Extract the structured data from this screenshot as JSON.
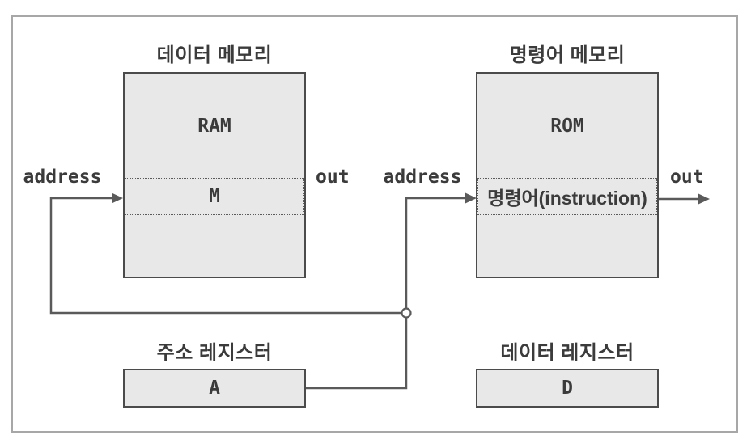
{
  "colors": {
    "background": "#ffffff",
    "frame_border": "#a7a7a7",
    "box_fill": "#e8e8e8",
    "box_border": "#4b4b4b",
    "wire": "#5a5a5a",
    "text": "#3b3b3b",
    "dotted": "#5a5a5a"
  },
  "data_memory": {
    "title": "데이터 메모리",
    "chip_label": "RAM",
    "cell_label": "M",
    "address_label": "address",
    "out_label": "out"
  },
  "instruction_memory": {
    "title": "명령어 메모리",
    "chip_label": "ROM",
    "cell_label": "명령어(instruction)",
    "address_label": "address",
    "out_label": "out"
  },
  "address_register": {
    "title": "주소 레지스터",
    "value": "A"
  },
  "data_register": {
    "title": "데이터 레지스터",
    "value": "D"
  }
}
